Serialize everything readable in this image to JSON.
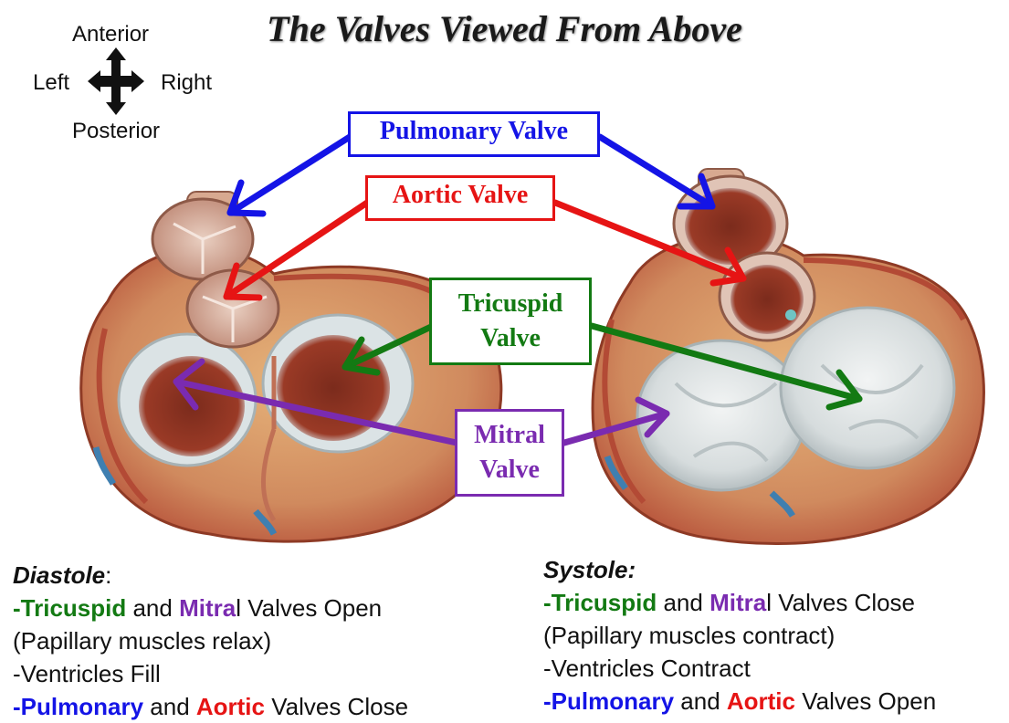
{
  "title": "The Valves Viewed From Above",
  "compass": {
    "anterior": "Anterior",
    "left": "Left",
    "right": "Right",
    "posterior": "Posterior"
  },
  "callouts": {
    "pulmonary": {
      "label": "Pulmonary Valve",
      "color": "#1414e6"
    },
    "aortic": {
      "label": "Aortic Valve",
      "color": "#e61414"
    },
    "tricuspid": {
      "line1": "Tricuspid",
      "line2": "Valve",
      "color": "#137a13"
    },
    "mitral": {
      "line1": "Mitral",
      "line2": "Valve",
      "color": "#7a2bb0"
    }
  },
  "diastole": {
    "heading": "Diastole",
    "heading_suffix": ":",
    "line1": {
      "dash": "-",
      "tricuspid": "Tricuspid",
      "and": " and ",
      "mitral_bold": "Mitra",
      "mitral_rest": "l",
      "rest": " Valves Open"
    },
    "line2": "(Papillary muscles relax)",
    "line3": "-Ventricles Fill",
    "line4": {
      "dash": "-",
      "pulmonary": "Pulmonary",
      "and": " and ",
      "aortic": "Aortic",
      "rest": " Valves Close"
    }
  },
  "systole": {
    "heading": "Systole:",
    "line1": {
      "dash": "-",
      "tricuspid": "Tricuspid",
      "and": " and ",
      "mitral_bold": "Mitra",
      "mitral_rest": "l",
      "rest": " Valves Close"
    },
    "line2": "(Papillary muscles contract)",
    "line3": "-Ventricles Contract",
    "line4": {
      "dash": "-",
      "pulmonary": "Pulmonary",
      "and": " and ",
      "aortic": "Aortic",
      "rest": " Valves Open"
    }
  },
  "colors": {
    "tricuspid": "#137a13",
    "mitral": "#7a2bb0",
    "pulmonary": "#1414e6",
    "aortic": "#e61414"
  }
}
